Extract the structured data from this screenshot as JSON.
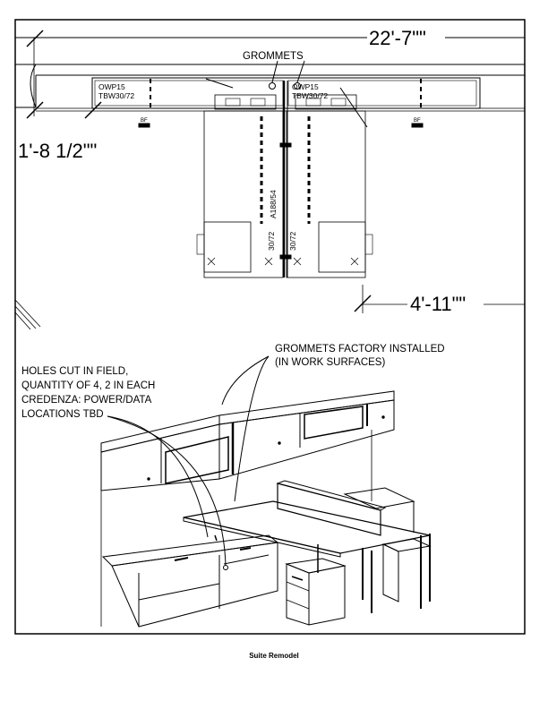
{
  "plan": {
    "dim_top": "22'-7\"\"",
    "dim_left": "1'-8 1/2\"\"",
    "dim_right": "4'-11\"\"",
    "grommets_label": "GROMMETS",
    "workstation_left": [
      "OWP15",
      "TBW30/72"
    ],
    "workstation_right": [
      "OWP15",
      "TBW30/72"
    ],
    "bf_label": "BF",
    "table_label": "A188/54",
    "pedestal_labels": [
      "30/72",
      "30/72"
    ]
  },
  "iso": {
    "note_grommets": [
      "GROMMETS FACTORY INSTALLED",
      "(IN WORK SURFACES)"
    ],
    "note_holes": [
      "HOLES CUT IN FIELD,",
      "QUANTITY OF 4, 2 IN EACH",
      "CREDENZA: POWER/DATA",
      "LOCATIONS TBD"
    ]
  },
  "caption": "Suite Remodel"
}
